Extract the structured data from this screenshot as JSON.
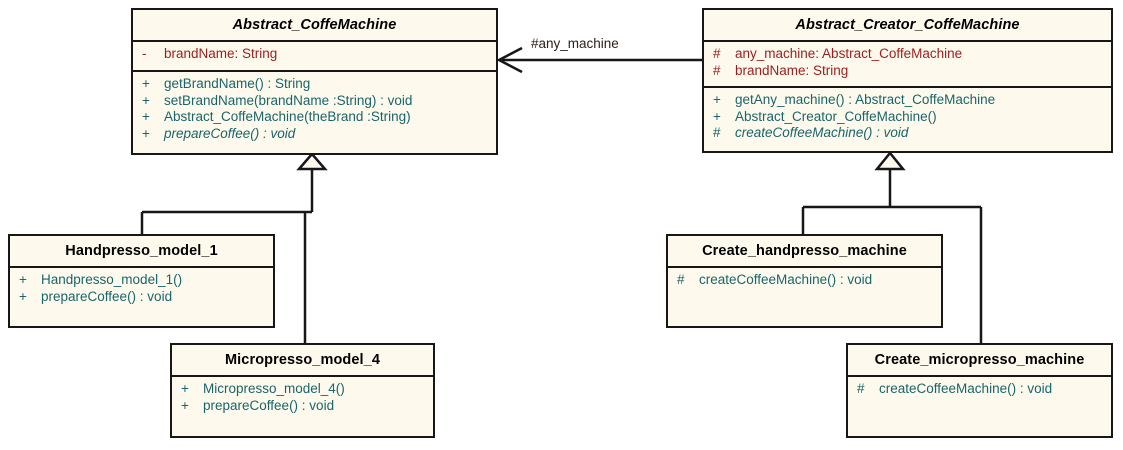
{
  "diagram": {
    "title": "Abstract Factory - Coffee Machine UML class diagram",
    "colors": {
      "box_fill": "#fdf9ec",
      "box_border": "#171717",
      "attribute_text": "#9c1d1d",
      "method_text": "#19656b",
      "class_name_text": "#000000",
      "connector": "#171717",
      "label_text": "#2b2118",
      "background": "#ffffff"
    }
  },
  "classes": [
    {
      "id": "abstract-coffemachine",
      "name": "Abstract_CoffeMachine",
      "abstract": true,
      "attributes": [
        {
          "visibility": "-",
          "text": "brandName:  String",
          "italic": false
        }
      ],
      "methods": [
        {
          "visibility": "+",
          "text": "getBrandName() : String",
          "italic": false
        },
        {
          "visibility": "+",
          "text": "setBrandName(brandName :String) : void",
          "italic": false
        },
        {
          "visibility": "+",
          "text": "Abstract_CoffeMachine(theBrand :String)",
          "italic": false
        },
        {
          "visibility": "+",
          "text": "prepareCoffee() : void",
          "italic": true
        }
      ]
    },
    {
      "id": "abstract-creator-coffemachine",
      "name": "Abstract_Creator_CoffeMachine",
      "abstract": true,
      "attributes": [
        {
          "visibility": "#",
          "text": "any_machine:  Abstract_CoffeMachine",
          "italic": false
        },
        {
          "visibility": "#",
          "text": "brandName:  String",
          "italic": false
        }
      ],
      "methods": [
        {
          "visibility": "+",
          "text": "getAny_machine() : Abstract_CoffeMachine",
          "italic": false
        },
        {
          "visibility": "+",
          "text": "Abstract_Creator_CoffeMachine()",
          "italic": false
        },
        {
          "visibility": "#",
          "text": "createCoffeeMachine() : void",
          "italic": true
        }
      ]
    },
    {
      "id": "handpresso-model-1",
      "name": "Handpresso_model_1",
      "abstract": false,
      "attributes": [],
      "methods": [
        {
          "visibility": "+",
          "text": "Handpresso_model_1()",
          "italic": false
        },
        {
          "visibility": "+",
          "text": "prepareCoffee() : void",
          "italic": false
        }
      ]
    },
    {
      "id": "micropresso-model-4",
      "name": "Micropresso_model_4",
      "abstract": false,
      "attributes": [],
      "methods": [
        {
          "visibility": "+",
          "text": "Micropresso_model_4()",
          "italic": false
        },
        {
          "visibility": "+",
          "text": "prepareCoffee() : void",
          "italic": false
        }
      ]
    },
    {
      "id": "create-handpresso-machine",
      "name": "Create_handpresso_machine",
      "abstract": false,
      "attributes": [],
      "methods": [
        {
          "visibility": "#",
          "text": "createCoffeeMachine() : void",
          "italic": false
        }
      ]
    },
    {
      "id": "create-micropresso-machine",
      "name": "Create_micropresso_machine",
      "abstract": false,
      "attributes": [],
      "methods": [
        {
          "visibility": "#",
          "text": "createCoffeeMachine() : void",
          "italic": false
        }
      ]
    }
  ],
  "relationships": [
    {
      "id": "association-any-machine",
      "type": "association",
      "label": "#any_machine",
      "from": "abstract-creator-coffemachine",
      "to": "abstract-coffemachine"
    },
    {
      "id": "generalization-handpresso",
      "type": "generalization",
      "label": "",
      "from": "handpresso-model-1",
      "to": "abstract-coffemachine"
    },
    {
      "id": "generalization-micropresso",
      "type": "generalization",
      "label": "",
      "from": "micropresso-model-4",
      "to": "abstract-coffemachine"
    },
    {
      "id": "generalization-create-handpresso",
      "type": "generalization",
      "label": "",
      "from": "create-handpresso-machine",
      "to": "abstract-creator-coffemachine"
    },
    {
      "id": "generalization-create-micropresso",
      "type": "generalization",
      "label": "",
      "from": "create-micropresso-machine",
      "to": "abstract-creator-coffemachine"
    }
  ]
}
